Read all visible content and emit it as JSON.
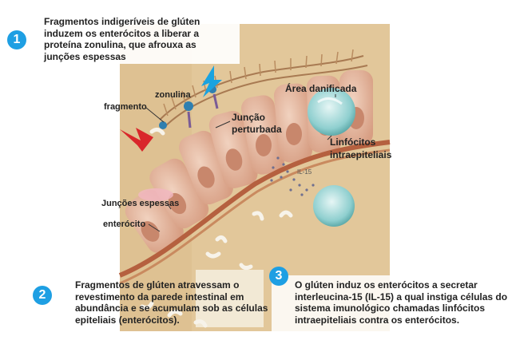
{
  "steps": [
    {
      "number": "1",
      "text": [
        "Fragmentos indigeríveis de glúten",
        "induzem os enterócitos a liberar a",
        "proteína zonulina, que afrouxa as",
        "junções espessas"
      ]
    },
    {
      "number": "2",
      "text": [
        "Fragmentos de glúten atravessam o",
        "revestimento da parede intestinal em",
        "abundância e se acumulam sob as células",
        "epiteliais (enterócitos)."
      ]
    },
    {
      "number": "3",
      "text": [
        "O glúten induz os enterócitos a secretar",
        "interleucina-15 (IL-15) a qual instiga células do",
        "sistema imunológico chamadas  linfócitos",
        "intraepiteliais contra os enterócitos."
      ]
    }
  ],
  "labels": {
    "zonulina": "zonulina",
    "fragmento": "fragmento",
    "juncao": [
      "Junção",
      "perturbada"
    ],
    "area": "Área danificada",
    "linfocitos": [
      "Linfócitos",
      "intraepiteliais"
    ],
    "il15": "IL-15",
    "juncoes": "Junções espessas",
    "enterocito": "enterócito"
  },
  "colors": {
    "badge": "#1e9fe3",
    "tissue": "#e2c79a",
    "cell": "#e6b79c",
    "wall": "#b5603f",
    "lymphocyte": "#8fcfcf",
    "arrow_red": "#d9262b",
    "arrow_blue": "#1aa3e0"
  }
}
